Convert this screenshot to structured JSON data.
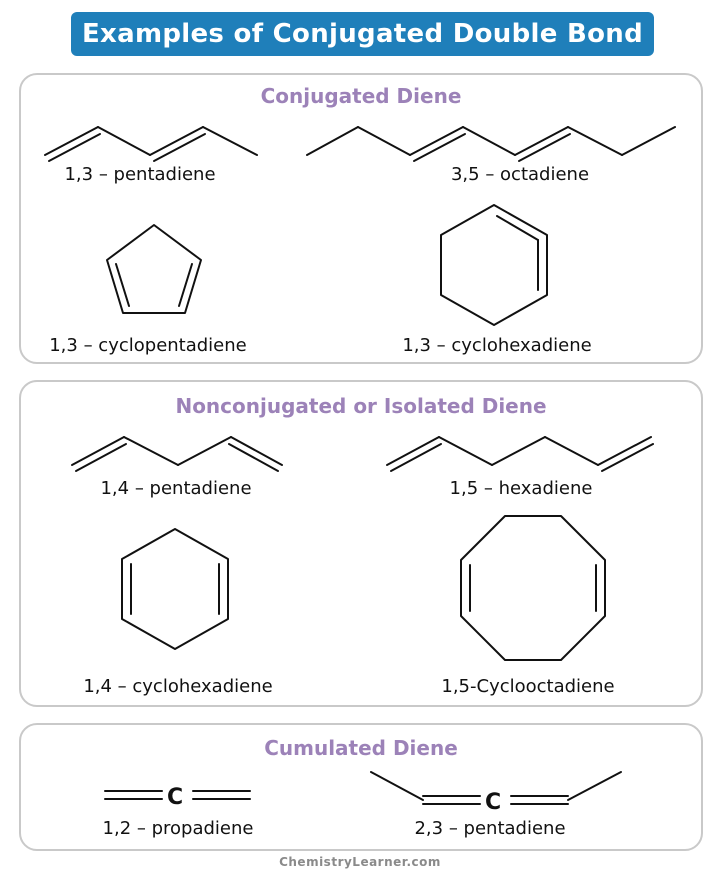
{
  "title": "Examples of Conjugated Double Bond",
  "sections": [
    {
      "heading": "Conjugated Diene",
      "molecules": [
        {
          "name": "1,3 – pentadiene"
        },
        {
          "name": "3,5 – octadiene"
        },
        {
          "name": "1,3 – cyclopentadiene"
        },
        {
          "name": "1,3 – cyclohexadiene"
        }
      ]
    },
    {
      "heading": "Nonconjugated or Isolated Diene",
      "molecules": [
        {
          "name": "1,4 – pentadiene"
        },
        {
          "name": "1,5 – hexadiene"
        },
        {
          "name": "1,4 – cyclohexadiene"
        },
        {
          "name": "1,5-Cyclooctadiene"
        }
      ]
    },
    {
      "heading": "Cumulated Diene",
      "molecules": [
        {
          "name": "1,2 – propadiene",
          "atom": "C"
        },
        {
          "name": "2,3 – pentadiene",
          "atom": "C"
        }
      ]
    }
  ],
  "footer": "ChemistryLearner.com",
  "colors": {
    "banner": "#1f7fba",
    "heading": "#9c82b8",
    "border": "#c9c9c9"
  }
}
